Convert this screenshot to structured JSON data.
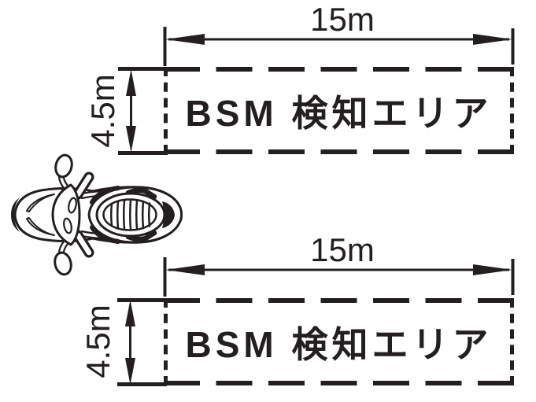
{
  "diagram": {
    "title": "BSM detection area diagram",
    "ink_color": "#231f20",
    "background_color": "#ffffff",
    "vehicle": {
      "name": "scooter-top-view"
    },
    "areas": [
      {
        "name": "upper-detection-zone",
        "label": "BSM 検知エリア",
        "length": "15m",
        "width": "4.5m"
      },
      {
        "name": "lower-detection-zone",
        "label": "BSM 検知エリア",
        "length": "15m",
        "width": "4.5m"
      }
    ]
  }
}
